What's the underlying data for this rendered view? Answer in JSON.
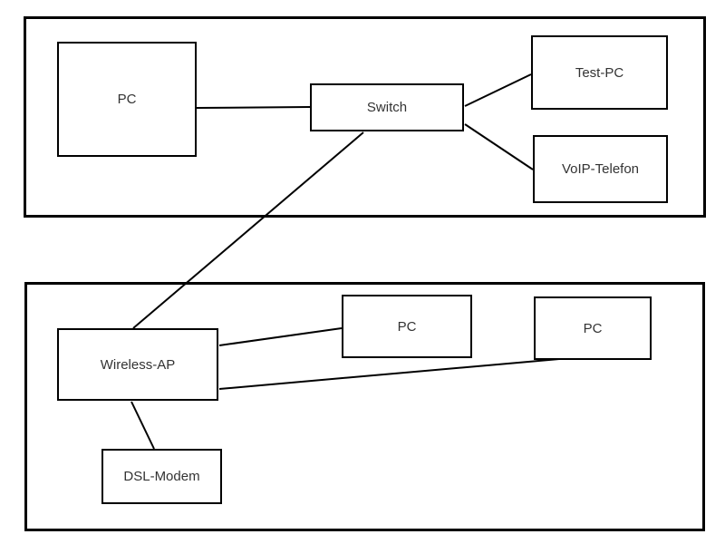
{
  "diagram": {
    "background_color": "#ffffff",
    "stroke_color": "#000000",
    "text_color": "#333333",
    "zones": [
      {
        "id": "zone-top",
        "contains": [
          "PC",
          "Switch",
          "Test-PC",
          "VoIP-Telefon"
        ]
      },
      {
        "id": "zone-bottom",
        "contains": [
          "Wireless-AP",
          "PC",
          "PC",
          "DSL-Modem"
        ]
      }
    ],
    "nodes": {
      "pc_top": {
        "label": "PC"
      },
      "switch": {
        "label": "Switch"
      },
      "test_pc": {
        "label": "Test-PC"
      },
      "voip": {
        "label": "VoIP-Telefon"
      },
      "wireless_ap": {
        "label": "Wireless-AP"
      },
      "pc_mid": {
        "label": "PC"
      },
      "pc_right": {
        "label": "PC"
      },
      "dsl_modem": {
        "label": "DSL-Modem"
      }
    },
    "connections": [
      {
        "from": "PC (top)",
        "to": "Switch"
      },
      {
        "from": "Switch",
        "to": "Test-PC"
      },
      {
        "from": "Switch",
        "to": "VoIP-Telefon"
      },
      {
        "from": "Switch",
        "to": "Wireless-AP"
      },
      {
        "from": "Wireless-AP",
        "to": "PC (middle)"
      },
      {
        "from": "Wireless-AP",
        "to": "PC (right)"
      },
      {
        "from": "Wireless-AP",
        "to": "DSL-Modem"
      }
    ]
  }
}
